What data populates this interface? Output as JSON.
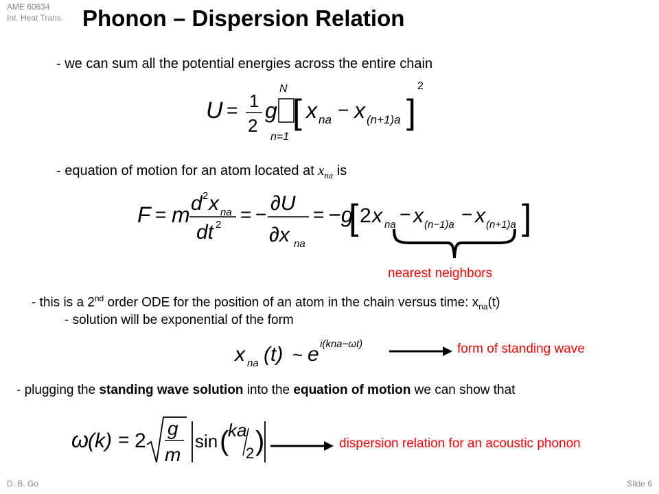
{
  "header": {
    "course_line1": "AME 60634",
    "course_line2": "Int. Heat Trans.",
    "title": "Phonon – Dispersion Relation"
  },
  "bullets": {
    "b1": "- we can sum all the potential energies across the entire chain",
    "b2_pre": "- equation of motion for an atom located at ",
    "b2_var": "x",
    "b2_sub": "na",
    "b2_post": " is",
    "nearest": "nearest neighbors",
    "b3_a": "- this is a 2",
    "b3_sup": "nd",
    "b3_b": " order ODE for the position of an atom in the chain versus time: x",
    "b3_sub": "na",
    "b3_c": "(t)",
    "b4": "- solution will be exponential of the form",
    "standing_label": "form of standing wave",
    "b5_a": "- plugging the ",
    "b5_bold1": "standing wave solution",
    "b5_b": " into the ",
    "b5_bold2": "equation of motion",
    "b5_c": " we can show that",
    "dispersion_label": "dispersion relation for an acoustic phonon"
  },
  "equations": {
    "eq1": {
      "lhs": "U",
      "eq": "=",
      "frac_num": "1",
      "frac_den": "2",
      "g": "g",
      "sum_top": "N",
      "sum_bot": "n=1",
      "x1": "x",
      "x1_sub": "na",
      "minus": "−",
      "x2": "x",
      "x2_sub": "(n+1)a",
      "power": "2"
    },
    "eq2": {
      "F": "F",
      "eq": "=",
      "m": "m",
      "d2x": "d",
      "d2x_sup": "2",
      "d2x_x": "x",
      "d2x_sub": "na",
      "dt2": "dt",
      "dt2_sup": "2",
      "eq2": "=",
      "neg": "−",
      "partial_U": "∂U",
      "partial_x": "∂x",
      "partial_x_sub": "na",
      "eq3": "=",
      "neg_g": "−g",
      "two": "2",
      "xa": "x",
      "xa_sub": "na",
      "m1": "−",
      "xb": "x",
      "xb_sub": "(n−1)a",
      "m2": "−",
      "xc": "x",
      "xc_sub": "(n+1)a"
    },
    "eq3": {
      "x": "x",
      "x_sub": "na",
      "t": "(t)",
      "sim": "~",
      "e": "e",
      "exp": "i(kna−ωt)"
    },
    "eq4": {
      "omega": "ω",
      "k": "(k)",
      "eq": "=",
      "two": "2",
      "g": "g",
      "m": "m",
      "sin": "sin",
      "ka": "ka",
      "half": "2"
    }
  },
  "footer": {
    "author": "D. B. Go",
    "slide": "Slide 6"
  },
  "colors": {
    "accent_red": "#ff0000",
    "muted_gray": "#8a8a8a"
  }
}
